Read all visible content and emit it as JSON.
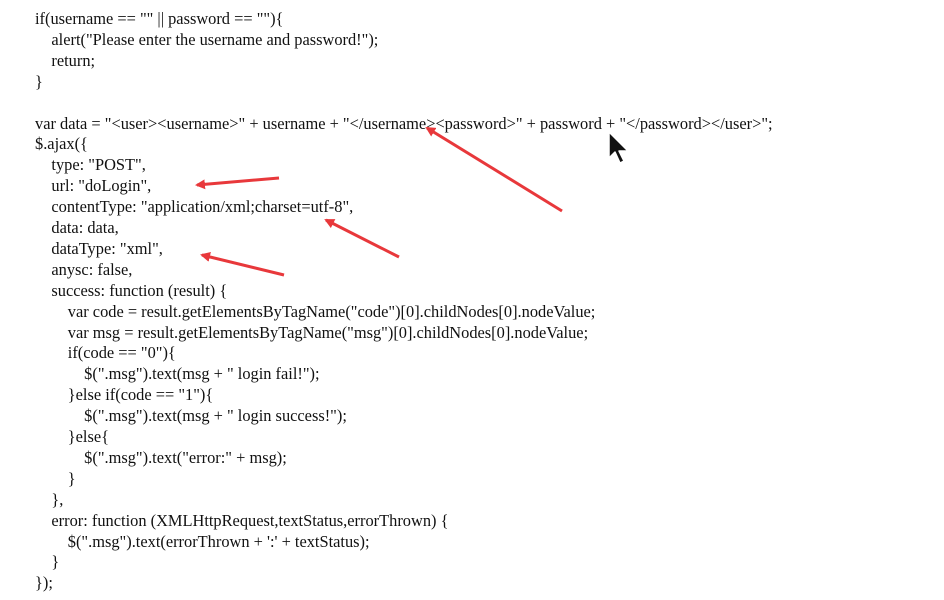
{
  "code_lines": [
    "if(username == \"\" || password == \"\"){",
    "    alert(\"Please enter the username and password!\");",
    "    return;",
    "}",
    "",
    "var data = \"<user><username>\" + username + \"</username><password>\" + password + \"</password></user>\";",
    "$.ajax({",
    "    type: \"POST\",",
    "    url: \"doLogin\",",
    "    contentType: \"application/xml;charset=utf-8\",",
    "    data: data,",
    "    dataType: \"xml\",",
    "    anysc: false,",
    "    success: function (result) {",
    "        var code = result.getElementsByTagName(\"code\")[0].childNodes[0].nodeValue;",
    "        var msg = result.getElementsByTagName(\"msg\")[0].childNodes[0].nodeValue;",
    "        if(code == \"0\"){",
    "            $(\".msg\").text(msg + \" login fail!\");",
    "        }else if(code == \"1\"){",
    "            $(\".msg\").text(msg + \" login success!\");",
    "        }else{",
    "            $(\".msg\").text(\"error:\" + msg);",
    "        }",
    "    },",
    "    error: function (XMLHttpRequest,textStatus,errorThrown) {",
    "        $(\".msg\").text(errorThrown + ':' + textStatus);",
    "    }",
    "});"
  ],
  "annotation_color": "#e8383b",
  "annotations": [
    "xml-string-arrow",
    "url-arrow",
    "content-type-arrow",
    "data-type-arrow"
  ]
}
